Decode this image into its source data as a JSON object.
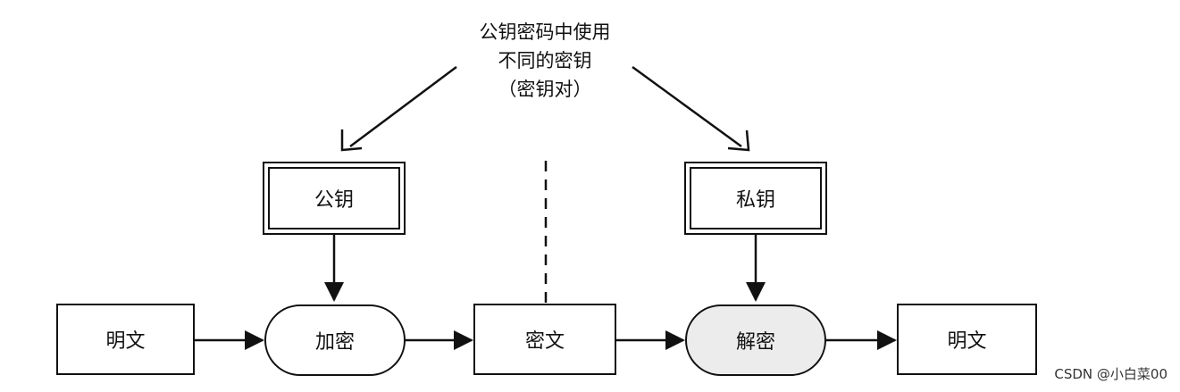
{
  "note": {
    "line1": "公钥密码中使用",
    "line2": "不同的密钥",
    "line3": "（密钥对）"
  },
  "keys": {
    "public": "公钥",
    "private": "私钥"
  },
  "flow": {
    "plaintext_in": "明文",
    "encrypt": "加密",
    "ciphertext": "密文",
    "decrypt": "解密",
    "plaintext_out": "明文"
  },
  "watermark": "CSDN @小白菜00"
}
